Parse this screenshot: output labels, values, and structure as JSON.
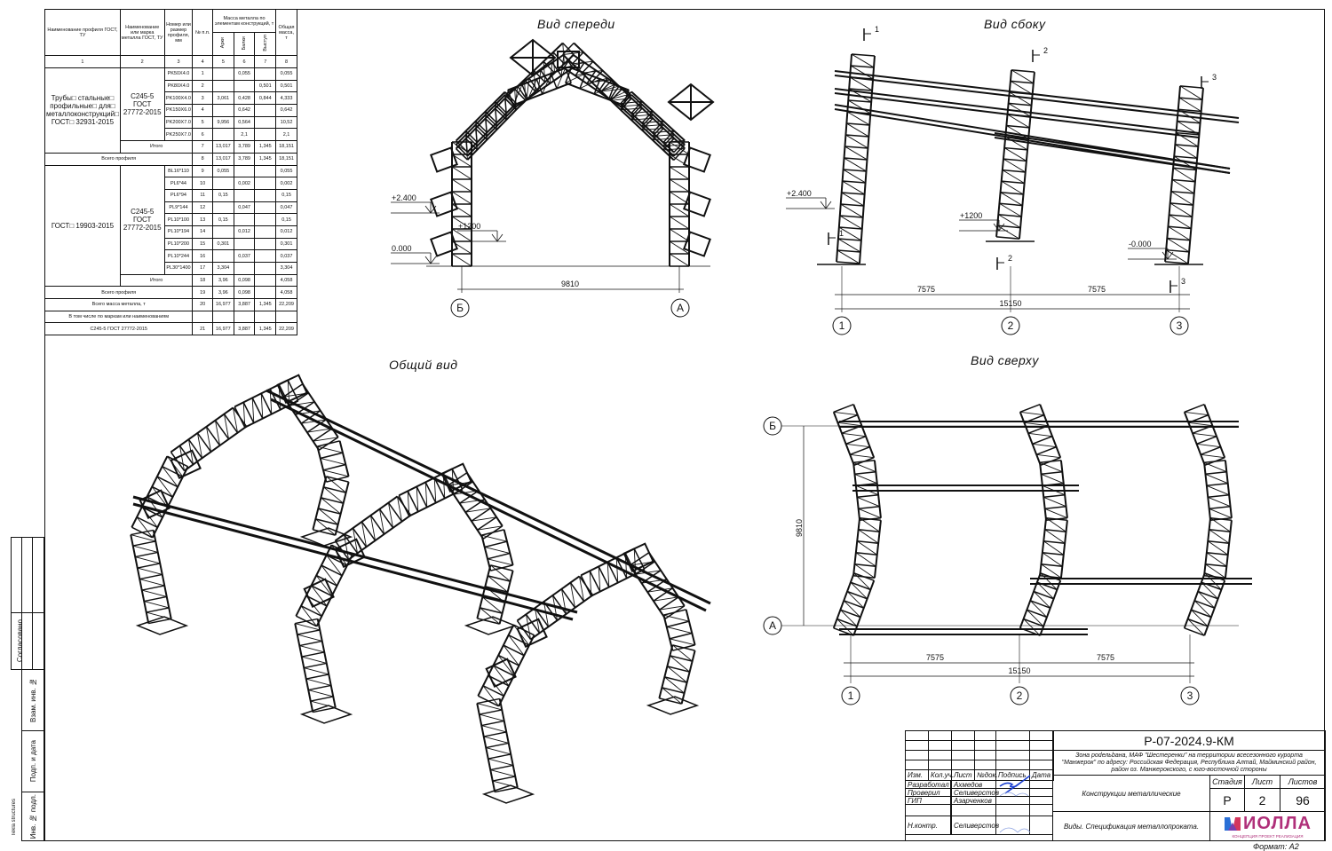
{
  "views": {
    "front": {
      "title": "Вид спереди",
      "elev": [
        "+2.400",
        "+1200",
        "0.000"
      ],
      "dim": "9810",
      "axes": [
        "Б",
        "А"
      ]
    },
    "side": {
      "title": "Вид сбоку",
      "elev": [
        "+2.400",
        "+1200",
        "-0.000"
      ],
      "dims": [
        "7575",
        "7575",
        "15150"
      ],
      "axes": [
        "1",
        "2",
        "3"
      ],
      "sections": [
        "1",
        "2",
        "3"
      ]
    },
    "general": {
      "title": "Общий вид"
    },
    "top": {
      "title": "Вид сверху",
      "dim": "9810",
      "dims": [
        "7575",
        "7575",
        "15150"
      ],
      "axes": [
        "1",
        "2",
        "3"
      ],
      "rows": [
        "Б",
        "А"
      ]
    }
  },
  "spec": {
    "headers": {
      "c1": "Наименование профиля ГОСТ, ТУ",
      "c2": "Наименование или марка металла ГОСТ, ТУ",
      "c3": "Номер или размер профиля, мм",
      "c4": "№ п.п.",
      "mass": "Масса металла по элементам конструкций, т",
      "c5": "Арки",
      "c6": "Балки",
      "c7": "Выступ",
      "c8": "Общая масса, т"
    },
    "colnums": [
      "1",
      "2",
      "3",
      "4",
      "5",
      "6",
      "7",
      "8"
    ],
    "group1": {
      "name": "Трубы□ стальные□ профильные□ для□ металлоконструкций□ ГОСТ□ 32931-2015",
      "steel": "С245-5 ГОСТ 27772-2015",
      "rows": [
        [
          "PK50X4.0",
          "1",
          "",
          "0,055",
          "",
          "0,055"
        ],
        [
          "PK80X4.0",
          "2",
          "",
          "",
          "0,501",
          "0,501"
        ],
        [
          "PK100X4.0",
          "3",
          "3,061",
          "0,428",
          "0,844",
          "4,333"
        ],
        [
          "PK150X6.0",
          "4",
          "",
          "0,642",
          "",
          "0,642"
        ],
        [
          "PK200X7.0",
          "5",
          "9,956",
          "0,564",
          "",
          "10,52"
        ],
        [
          "PK250X7.0",
          "6",
          "",
          "2,1",
          "",
          "2,1"
        ]
      ],
      "total": [
        "Итого",
        "7",
        "13,017",
        "3,789",
        "1,345",
        "18,151"
      ],
      "all": [
        "Всего профиля",
        "8",
        "13,017",
        "3,789",
        "1,345",
        "18,151"
      ]
    },
    "group2": {
      "name": "ГОСТ□ 19903-2015",
      "steel": "С245-5 ГОСТ 27772-2015",
      "rows": [
        [
          "BL16*110",
          "9",
          "0,055",
          "",
          "",
          "0,055"
        ],
        [
          "PL6*44",
          "10",
          "",
          "0,002",
          "",
          "0,002"
        ],
        [
          "PL6*94",
          "11",
          "0,15",
          "",
          "",
          "0,15"
        ],
        [
          "PL9*144",
          "12",
          "",
          "0,047",
          "",
          "0,047"
        ],
        [
          "PL10*100",
          "13",
          "0,15",
          "",
          "",
          "0,15"
        ],
        [
          "PL10*194",
          "14",
          "",
          "0,012",
          "",
          "0,012"
        ],
        [
          "PL10*200",
          "15",
          "0,301",
          "",
          "",
          "0,301"
        ],
        [
          "PL10*244",
          "16",
          "",
          "0,037",
          "",
          "0,037"
        ],
        [
          "PL30*1400",
          "17",
          "3,304",
          "",
          "",
          "3,304"
        ]
      ],
      "total": [
        "Итого",
        "18",
        "3,96",
        "0,098",
        "",
        "4,058"
      ],
      "all": [
        "Всего профиля",
        "19",
        "3,96",
        "0,098",
        "",
        "4,058"
      ]
    },
    "summary": [
      [
        "Всего масса металла, т",
        "20",
        "16,977",
        "3,887",
        "1,345",
        "22,209"
      ],
      [
        "В том числе по маркам или наименованиям",
        "",
        "",
        "",
        "",
        ""
      ],
      [
        "С245-5 ГОСТ 27772-2015",
        "21",
        "16,977",
        "3,887",
        "1,345",
        "22,209"
      ]
    ]
  },
  "stamp": {
    "code": "Р-07-2024.9-КМ",
    "description": "Зона роdельbана, МАФ \"Шестеренки\" на территории всесезонного курорта \"Манжерок\" по адресу: Российская Федерация, Республика Алтай, Майминский район, район оз. Манжерокского, с юго-восточной стороны",
    "cols": [
      "Изм.",
      "Кол.уч.",
      "Лист",
      "№док.",
      "Подпись",
      "Дата"
    ],
    "people": [
      [
        "Разработал",
        "Ахмедов"
      ],
      [
        "Проверил",
        "Селиверстов"
      ],
      [
        "ГИП",
        "Азарченков"
      ],
      [
        "Н.контр.",
        "Селиверстов"
      ]
    ],
    "section": "Конструкции металлические",
    "sheet_title": "Виды. Спецификация металлопроката.",
    "stage_label": "Стадия",
    "sheet_label": "Лист",
    "sheets_label": "Листов",
    "stage": "Р",
    "sheet": "2",
    "sheets": "96",
    "logo": "ИОЛЛА",
    "logo_sub": "КОНЦЕПЦИЯ ПРОЕКТ РЕАЛИЗАЦИЯ",
    "format": "Формат: А2",
    "colors": {
      "logo": "#b0307a",
      "ink": "#1a3fd0"
    }
  },
  "strip": {
    "agreed": "Согласовано",
    "vzam": "Взам. инв. №",
    "podp": "Подп. и дата",
    "inv": "Инв. № подл.",
    "software": "Tekla structures"
  }
}
